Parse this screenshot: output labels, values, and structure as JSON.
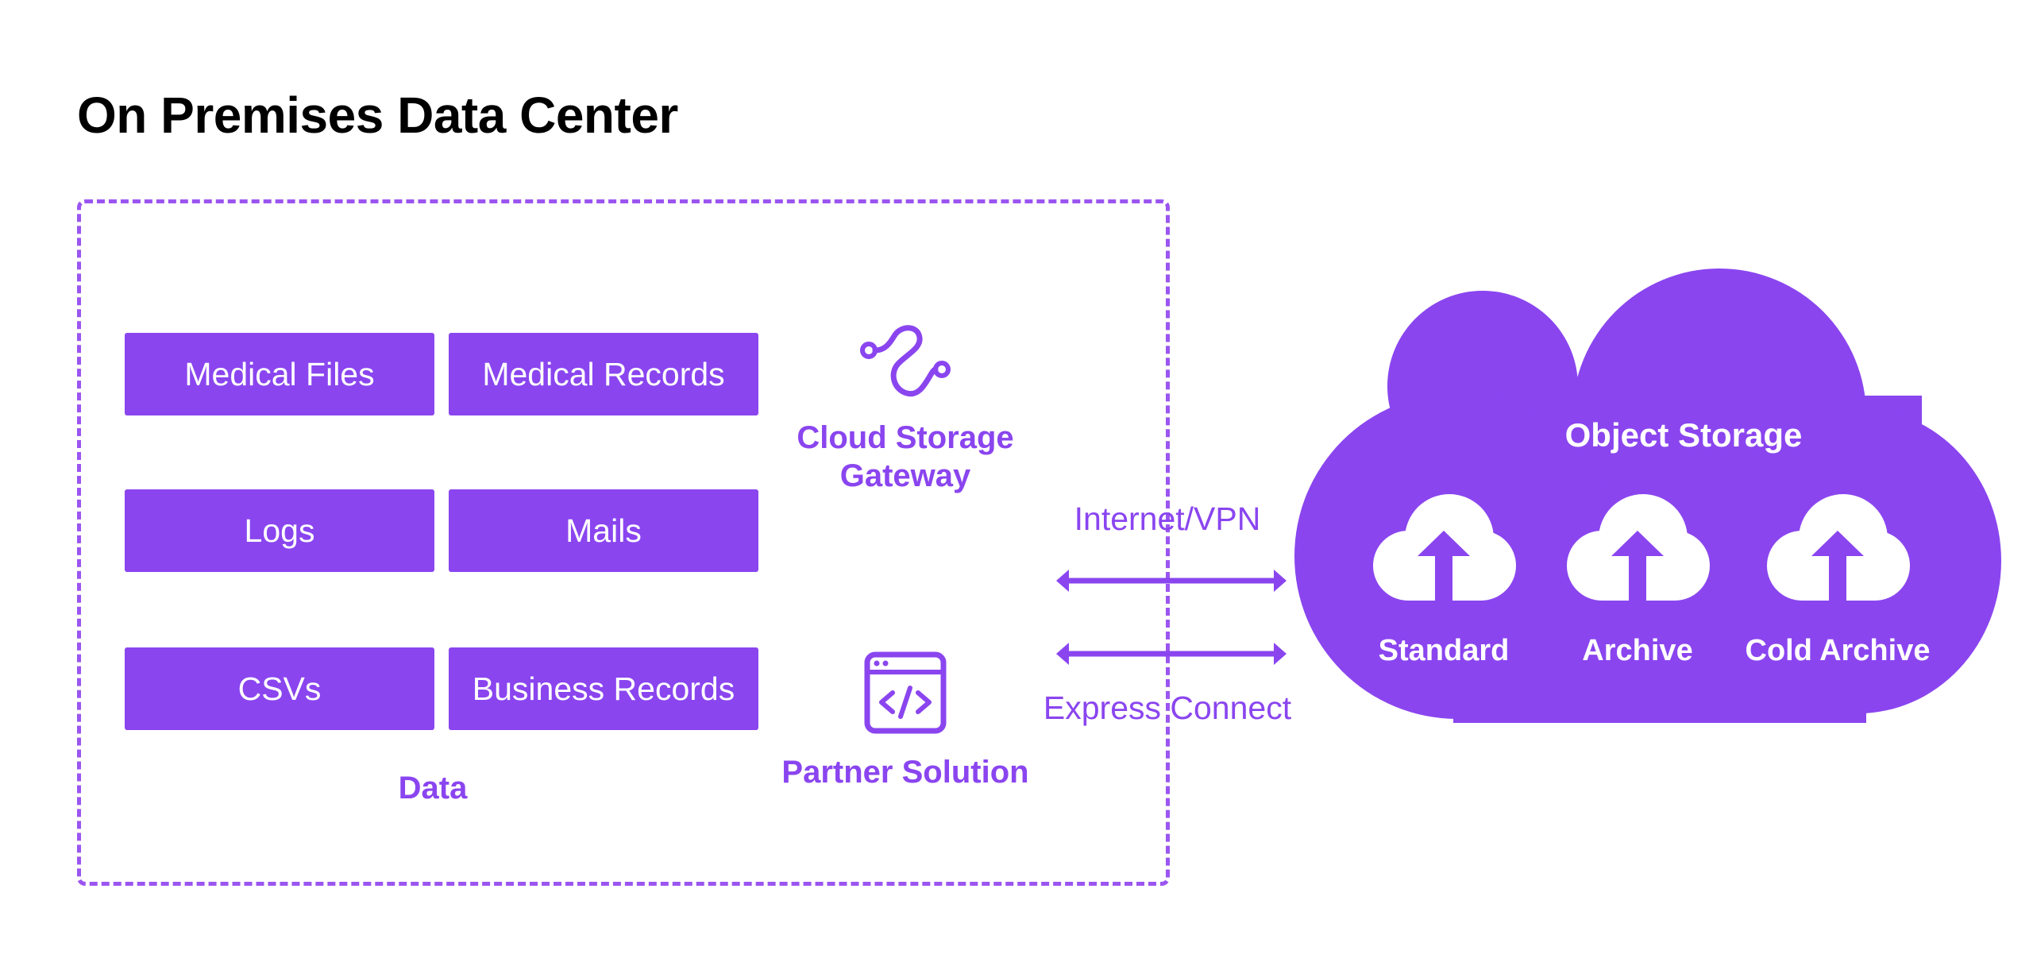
{
  "title": "On Premises Data Center",
  "data_section": {
    "label": "Data",
    "items": [
      "Medical Files",
      "Medical Records",
      "Logs",
      "Mails",
      "CSVs",
      "Business Records"
    ]
  },
  "gateway": {
    "label_line1": "Cloud Storage",
    "label_line2": "Gateway",
    "icon": "link-chain-icon"
  },
  "partner": {
    "label": "Partner Solution",
    "icon": "code-window-icon"
  },
  "connections": {
    "top_label": "Internet/VPN",
    "bottom_label": "Express Connect"
  },
  "cloud": {
    "label": "Object Storage",
    "tiers": [
      "Standard",
      "Archive",
      "Cold Archive"
    ],
    "tier_icon": "cloud-upload-icon"
  },
  "colors": {
    "accent": "#8a45ef",
    "frame": "#9b55f0",
    "text": "#000000",
    "background": "#ffffff"
  }
}
